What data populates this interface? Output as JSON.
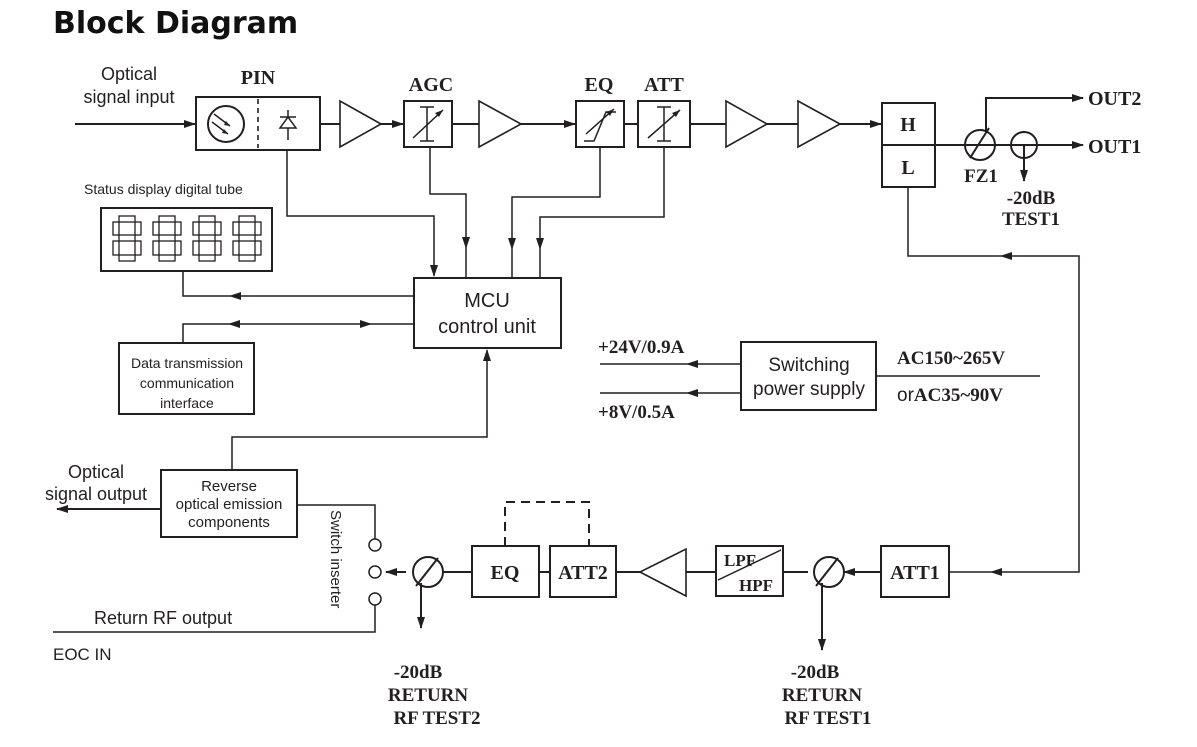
{
  "title": "Block Diagram",
  "forward_path": {
    "optical_input_label": [
      "Optical",
      "signal input"
    ],
    "pin_label": "PIN",
    "agc_label": "AGC",
    "eq_label": "EQ",
    "att_label": "ATT",
    "diplexer_high": "H",
    "diplexer_low": "L",
    "splitter_label": "FZ1",
    "out2": "OUT2",
    "out1": "OUT1",
    "test1": [
      "-20dB",
      "TEST1"
    ]
  },
  "control": {
    "status_display_label": "Status display digital tube",
    "mcu_label": [
      "MCU",
      "control unit"
    ],
    "data_interface_label": [
      "Data transmission",
      "communication",
      "interface"
    ]
  },
  "power": {
    "out_24v": "+24V/0.9A",
    "out_8v": "+8V/0.5A",
    "psu_label": [
      "Switching",
      "power supply"
    ],
    "input_ac1": "AC150~265V",
    "input_ac2_prefix": "or",
    "input_ac2": "AC35~90V"
  },
  "return_path": {
    "optical_output_label": [
      "Optical",
      "signal output"
    ],
    "reverse_module_label": [
      "Reverse",
      "optical emission",
      "components"
    ],
    "switch_label": "Switch inserter",
    "return_rf_output": "Return RF output",
    "eoc_in": "EOC IN",
    "eq_label": "EQ",
    "att2_label": "ATT2",
    "lpf_label": "LPF",
    "hpf_label": "HPF",
    "att1_label": "ATT1",
    "test2": [
      "-20dB",
      "RETURN",
      "RF  TEST2"
    ],
    "test1": [
      "-20dB",
      "RETURN",
      "RF  TEST1"
    ]
  },
  "icons": [
    "photodiode-icon",
    "amplifier-icon",
    "variable-attenuator-icon",
    "coupler-icon",
    "seven-segment-icon",
    "arrow-icon"
  ]
}
